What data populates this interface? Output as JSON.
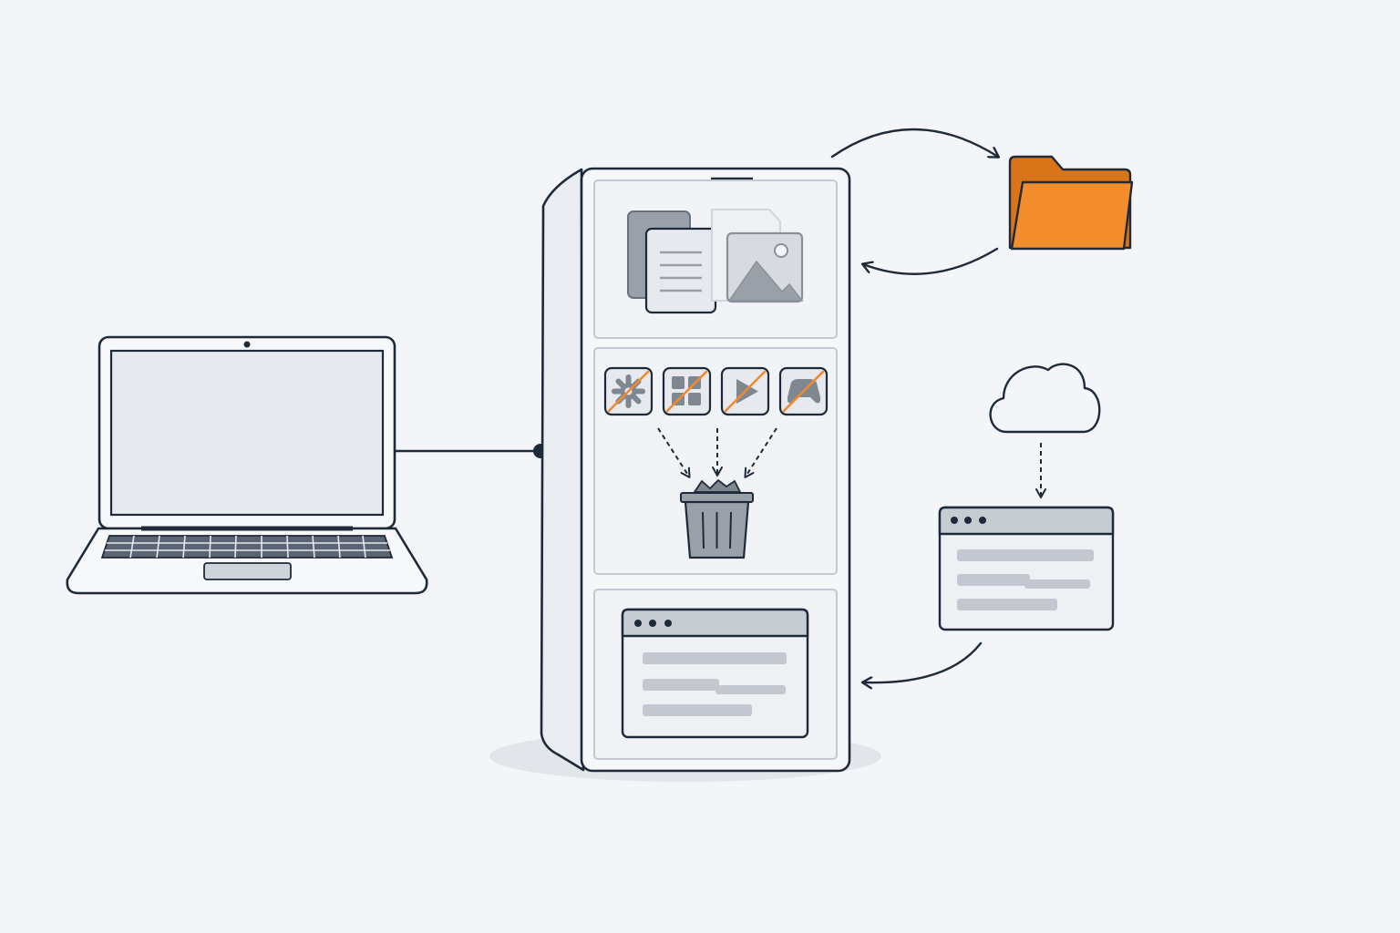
{
  "diagram": {
    "nodes": [
      {
        "id": "laptop",
        "icon": "laptop-icon"
      },
      {
        "id": "drive",
        "icon": "storage-drive-icon"
      },
      {
        "id": "user-files",
        "icons": [
          "document-icon",
          "image-icon"
        ]
      },
      {
        "id": "removed-apps",
        "icons": [
          "settings-app-icon",
          "apps-grid-icon",
          "media-player-icon",
          "game-controller-icon"
        ]
      },
      {
        "id": "trash",
        "icon": "trash-bin-icon"
      },
      {
        "id": "installed-app",
        "icon": "browser-window-icon"
      },
      {
        "id": "external-folder",
        "icon": "folder-icon"
      },
      {
        "id": "cloud",
        "icon": "cloud-icon"
      },
      {
        "id": "cloud-app",
        "icon": "browser-window-icon"
      }
    ],
    "edges": [
      {
        "from": "laptop",
        "to": "drive",
        "style": "solid"
      },
      {
        "from": "user-files",
        "to": "external-folder",
        "style": "solid-arrow"
      },
      {
        "from": "external-folder",
        "to": "user-files",
        "style": "solid-arrow"
      },
      {
        "from": "removed-apps",
        "to": "trash",
        "style": "dashed-arrow"
      },
      {
        "from": "cloud",
        "to": "cloud-app",
        "style": "dashed-arrow"
      },
      {
        "from": "cloud-app",
        "to": "installed-app",
        "style": "solid-arrow"
      }
    ]
  },
  "colors": {
    "background": "#f3f5f8",
    "outline": "#1e2a3a",
    "gray_fill": "#9aa0a8",
    "light_fill": "#e6e9ee",
    "accent": "#f08a2b"
  }
}
